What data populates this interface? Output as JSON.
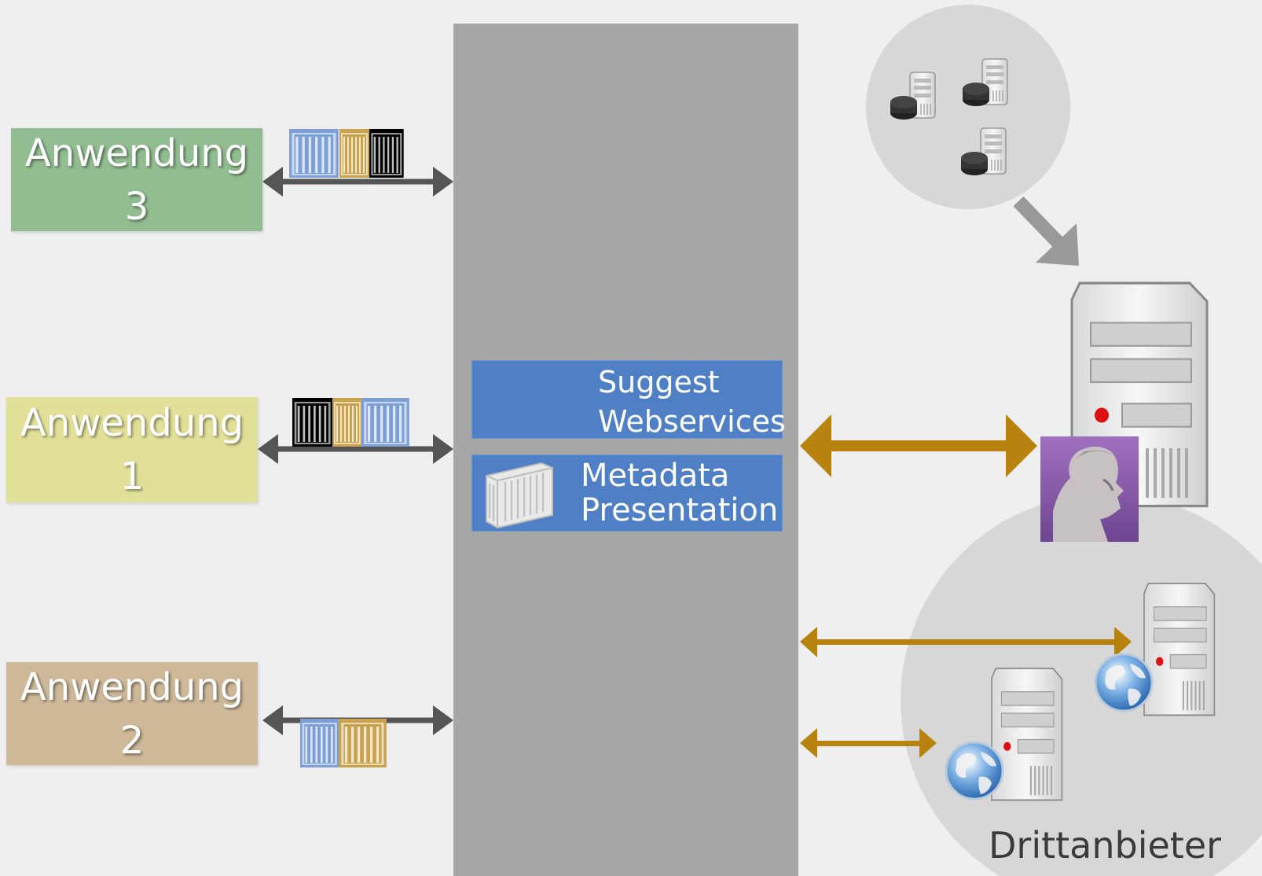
{
  "applications": {
    "app3": {
      "line1": "Anwendung",
      "line2": "3"
    },
    "app1": {
      "line1": "Anwendung",
      "line2": "1"
    },
    "app2": {
      "line1": "Anwendung",
      "line2": "2"
    }
  },
  "services": {
    "suggest": {
      "line1": "Suggest",
      "line2": "Webservices"
    },
    "metadata": {
      "line1": "Metadata",
      "line2": "Presentation"
    }
  },
  "third_party": {
    "label": "Drittanbieter"
  },
  "colors": {
    "background": "#efefef",
    "central_column": "#a6a6a6",
    "service_blue": "#4f7fc4",
    "app3": "#92bd91",
    "app1": "#e1e098",
    "app2": "#cdb898",
    "arrow_gray": "#555555",
    "arrow_gold": "#b8820f",
    "container_blue": "#7c9fd8",
    "container_gold": "#c9a24e",
    "container_black": "#000000",
    "portrait_purple": "#8a5aa8"
  },
  "icons": [
    "container-icon",
    "server-icon",
    "database-icon",
    "globe-icon",
    "text-cursor-icon",
    "portrait-icon"
  ]
}
